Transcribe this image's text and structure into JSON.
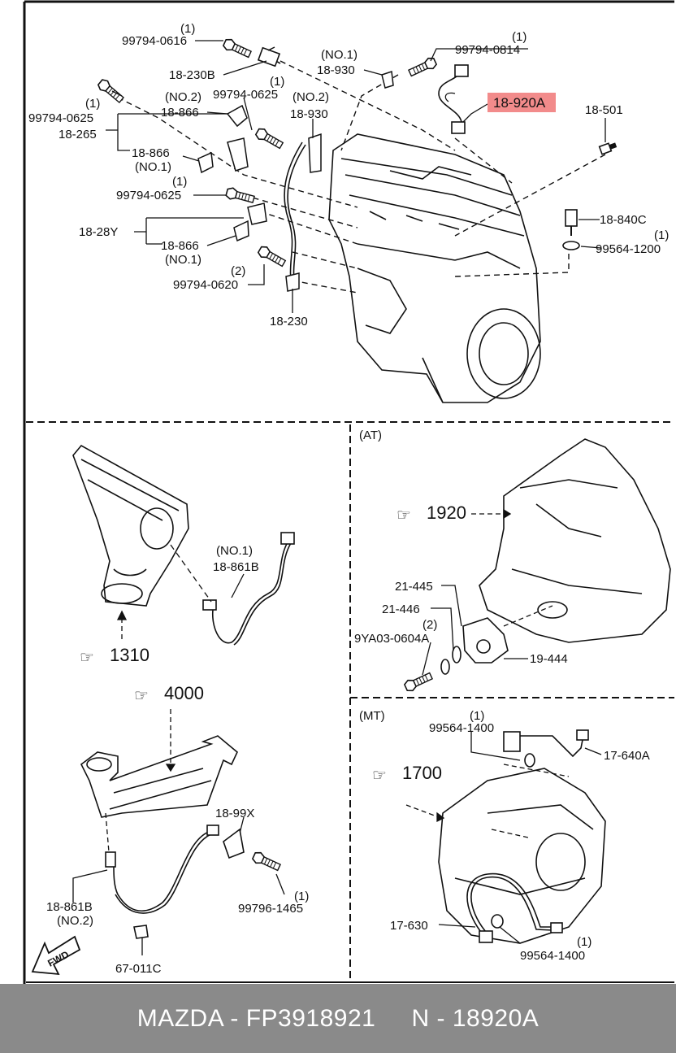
{
  "labels": {
    "l1": "(1)",
    "l2": "99794-0616",
    "l3": "18-230B",
    "l4": "(NO.1)",
    "l5": "18-930",
    "l6": "(1)",
    "l7": "99794-0814",
    "l8": "99794-0625",
    "l9": "(1)",
    "l10": "(NO.2)",
    "l11": "18-866",
    "l12": "99794-0625",
    "l13": "(1)",
    "l14": "18-265",
    "l15": "(NO.2)",
    "l16": "18-930",
    "l17": "18-920A",
    "l18": "18-501",
    "l19": "18-866",
    "l20": "(NO.1)",
    "l21": "(1)",
    "l22": "99794-0625",
    "l23": "18-840C",
    "l24": "18-28Y",
    "l25": "(1)",
    "l26": "99564-1200",
    "l27": "18-866",
    "l28": "(NO.1)",
    "l29": "(2)",
    "l30": "99794-0620",
    "l31": "18-230",
    "l32": "(1)",
    "at": "(AT)",
    "ref1920": "1920",
    "l33": "21-445",
    "l34": "21-446",
    "l35": "(2)",
    "l36": "9YA03-0604A",
    "l37": "19-444",
    "l38": "(NO.1)",
    "l39": "18-861B",
    "ref1310": "1310",
    "ref4000": "4000",
    "mt": "(MT)",
    "l40": "(1)",
    "l41": "99564-1400",
    "l42": "17-640A",
    "ref1700": "1700",
    "l43": "18-99X",
    "l44": "18-861B",
    "l45": "(NO.2)",
    "l46": "(1)",
    "l47": "99796-1465",
    "l48": "17-630",
    "l49": "(1)",
    "l50": "99564-1400",
    "l51": "67-011C",
    "fwd": "FWD"
  },
  "highlight_color": "#f28b8b",
  "footer": {
    "brand": "MAZDA - FP3918921",
    "part": "N - 18920A"
  }
}
